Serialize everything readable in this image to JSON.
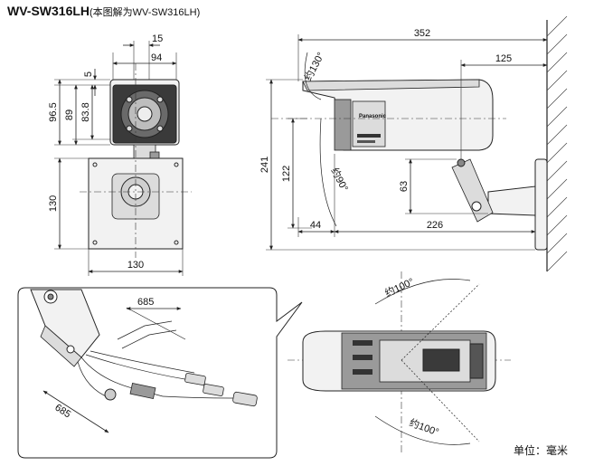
{
  "title": {
    "main": "WV-SW316LH",
    "sub": "(本图解为WV-SW316LH)"
  },
  "unit": "单位：毫米",
  "front_view": {
    "dim_15": "15",
    "dim_94": "94",
    "dim_5": "5",
    "dim_96_5": "96.5",
    "dim_89": "89",
    "dim_83_8": "83.8",
    "dim_130_h": "130",
    "dim_130_w": "130"
  },
  "side_view": {
    "dim_352": "352",
    "dim_125": "125",
    "angle_top": "约130°",
    "angle_bottom": "约90°",
    "dim_241": "241",
    "dim_122": "122",
    "dim_63": "63",
    "dim_44": "44",
    "dim_226": "226",
    "brand": "Panasonic"
  },
  "cable_detail": {
    "dim_685_top": "685",
    "dim_685_bottom": "685"
  },
  "top_view": {
    "angle_top": "约100°",
    "angle_bottom": "约100°"
  }
}
